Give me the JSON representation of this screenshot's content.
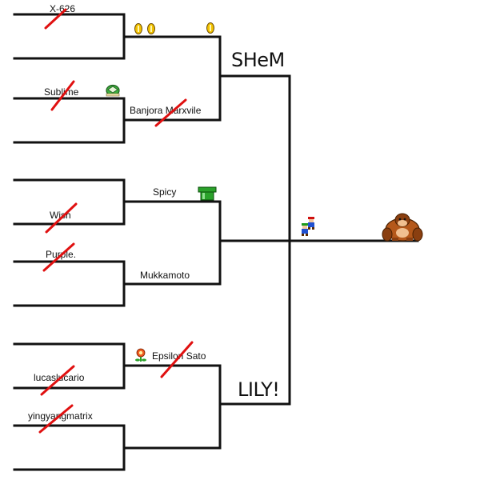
{
  "colors": {
    "line": "#111111",
    "strike": "#e01010",
    "coin": "#f2c200",
    "pipe": "#2aa12a"
  },
  "bracket": {
    "round1": [
      {
        "name": "X-626",
        "eliminated": true
      },
      {
        "name": "Sublime",
        "eliminated": true
      },
      {
        "name": "Wish",
        "eliminated": true
      },
      {
        "name": "Purple.",
        "eliminated": true
      },
      {
        "name": "lucaslucario",
        "eliminated": true
      },
      {
        "name": "yingyangmatrix",
        "eliminated": true
      }
    ],
    "round2": [
      {
        "name": "Banjora Marxvile",
        "eliminated": true
      },
      {
        "name": "Spicy",
        "eliminated": false
      },
      {
        "name": "Mukkamoto",
        "eliminated": false
      },
      {
        "name": "Epsilon Sato",
        "eliminated": true
      }
    ],
    "semifinal": [
      {
        "name": "SHeM"
      },
      {
        "name": "LILY!"
      }
    ]
  },
  "icons": {
    "coins": "coin-icons",
    "shell": "koopa-shell-icon",
    "pipe": "warp-pipe-icon",
    "flower": "fire-flower-icon",
    "mario_luigi": "mario-luigi-sprite",
    "donkey_kong": "donkey-kong-sprite"
  }
}
